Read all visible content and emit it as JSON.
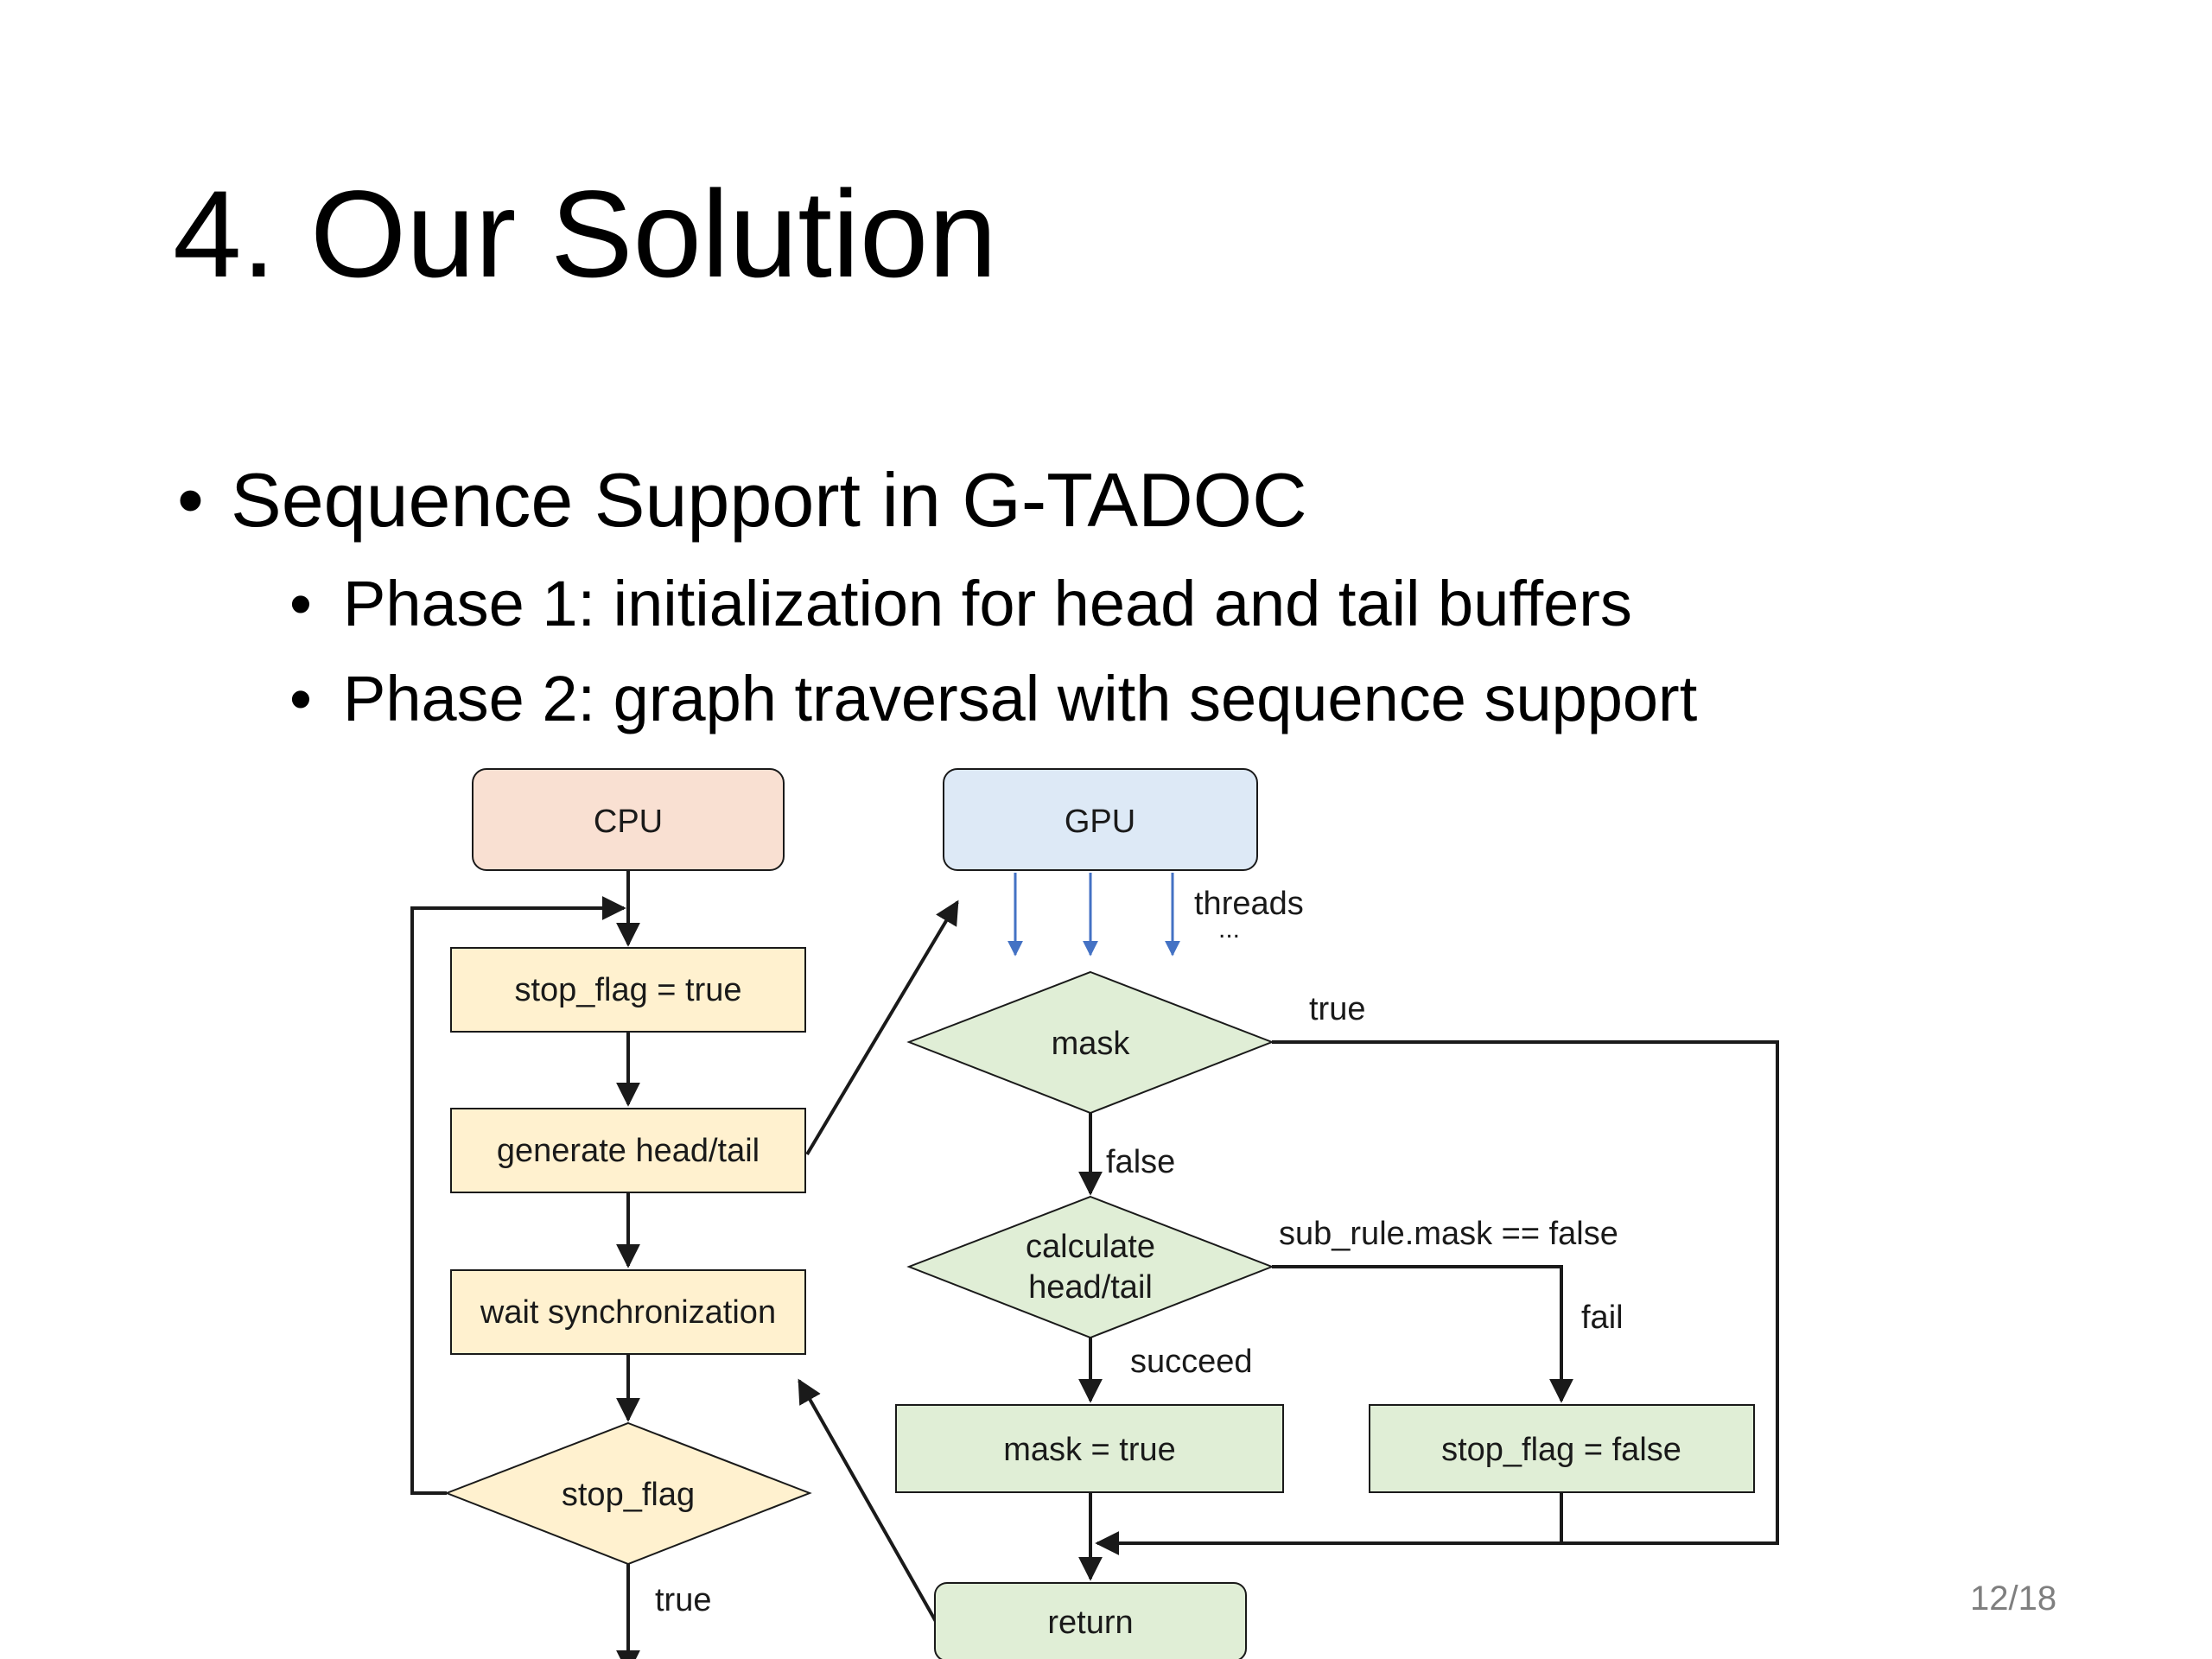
{
  "slide": {
    "title": "4. Our Solution",
    "bullet": "Sequence Support in G-TADOC",
    "sub_bullets": [
      "Phase 1: initialization for head and tail buffers",
      "Phase 2: graph traversal with sequence support"
    ],
    "page_number": "12/18"
  },
  "diagram": {
    "cpu_header": "CPU",
    "gpu_header": "GPU",
    "cpu_nodes": {
      "set_stop_flag": "stop_flag = true",
      "generate": "generate head/tail",
      "wait": "wait synchronization",
      "stop_flag_decision": "stop_flag"
    },
    "gpu_nodes": {
      "threads_label": "threads",
      "threads_ellipsis": "...",
      "mask_decision": "mask",
      "calculate_line1": "calculate",
      "calculate_line2": "head/tail",
      "mask_true": "mask = true",
      "stop_flag_false": "stop_flag = false",
      "return": "return"
    },
    "edge_labels": {
      "mask_true": "true",
      "mask_false": "false",
      "sub_rule": "sub_rule.mask == false",
      "fail": "fail",
      "succeed": "succeed",
      "stop_flag_true": "true"
    },
    "colors": {
      "cpu_header_fill": "#f9e0d2",
      "gpu_header_fill": "#dde9f6",
      "cpu_node_fill": "#fff1cf",
      "gpu_node_fill": "#e0eed6",
      "thread_arrow": "#4472c4",
      "stroke": "#1a1a1a"
    }
  }
}
